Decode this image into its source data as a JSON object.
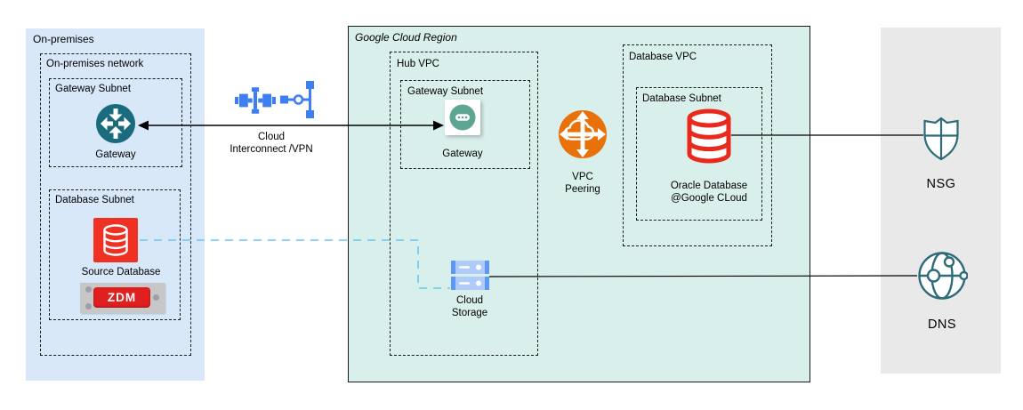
{
  "onprem": {
    "title": "On-premises",
    "network_title": "On-premises network",
    "gateway_subnet_title": "Gateway Subnet",
    "gateway_label": "Gateway",
    "database_subnet_title": "Database Subnet",
    "source_database_label": "Source Database",
    "zdm_label": "ZDM"
  },
  "interconnect": {
    "label_line1": "Cloud",
    "label_line2": "Interconnect /VPN"
  },
  "region": {
    "title": "Google Cloud Region",
    "hub_vpc": {
      "title": "Hub VPC",
      "gateway_subnet_title": "Gateway Subnet",
      "gateway_label": "Gateway",
      "storage_line1": "Cloud",
      "storage_line2": "Storage"
    },
    "peering": {
      "line1": "VPC",
      "line2": "Peering"
    },
    "database_vpc": {
      "title": "Database VPC",
      "subnet_title": "Database Subnet",
      "oracle_line1": "Oracle Database",
      "oracle_line2": "@Google CLoud"
    }
  },
  "external": {
    "nsg_label": "NSG",
    "dns_label": "DNS"
  },
  "colors": {
    "onprem_fill": "#d8e8f9",
    "region_fill": "#d9efeb",
    "external_fill": "#e9e9e9",
    "gateway_teal": "#1a6b7e",
    "hub_gateway_green": "#5da593",
    "interconnect_blue": "#3d7ff2",
    "peering_orange": "#e8710a",
    "database_red": "#e8291c",
    "zdm_red": "#e01f1f",
    "storage_blue_light": "#aecbfa",
    "storage_blue_dark": "#5e97f6",
    "migration_dash_cyan": "#66c8f2",
    "outline_teal": "#2e6b78"
  }
}
